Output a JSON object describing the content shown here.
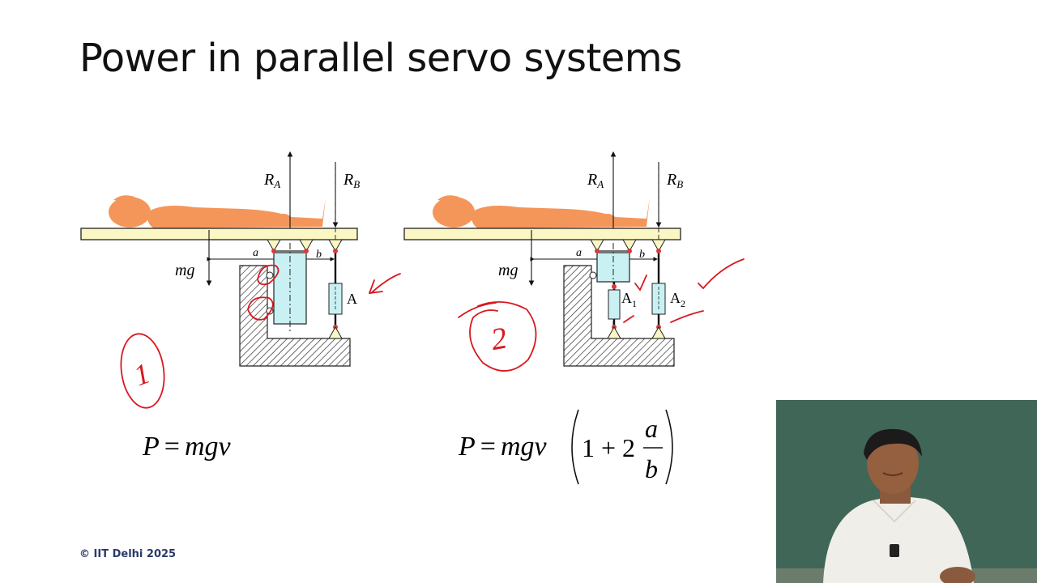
{
  "slide": {
    "title": "Power in parallel servo systems",
    "copyright": "© IIT Delhi 2025"
  },
  "diagram_left": {
    "label_ra_main": "R",
    "label_ra_sub": "A",
    "label_rb_main": "R",
    "label_rb_sub": "B",
    "label_mg": "mg",
    "label_a": "a",
    "label_b": "b",
    "actuator_label": "A",
    "annotation_number": "1",
    "formula_lhs": "P",
    "formula_eq": "=",
    "formula_rhs": "mgv"
  },
  "diagram_right": {
    "label_ra_main": "R",
    "label_ra_sub": "A",
    "label_rb_main": "R",
    "label_rb_sub": "B",
    "label_mg": "mg",
    "label_a": "a",
    "label_b": "b",
    "actuator1_main": "A",
    "actuator1_sub": "1",
    "actuator2_main": "A",
    "actuator2_sub": "2",
    "annotation_number": "2",
    "formula_lhs": "P",
    "formula_eq": "=",
    "formula_mgv": "mgv",
    "formula_one": "1",
    "formula_plus": "+",
    "formula_two": "2",
    "formula_num": "a",
    "formula_den": "b"
  },
  "colors": {
    "person": "#f4965a",
    "platform": "#fbf7c4",
    "cylinder": "#c9f1f3",
    "joint": "#d83a3a",
    "pen": "#d8181e",
    "webcam_board": "#3f6657"
  }
}
